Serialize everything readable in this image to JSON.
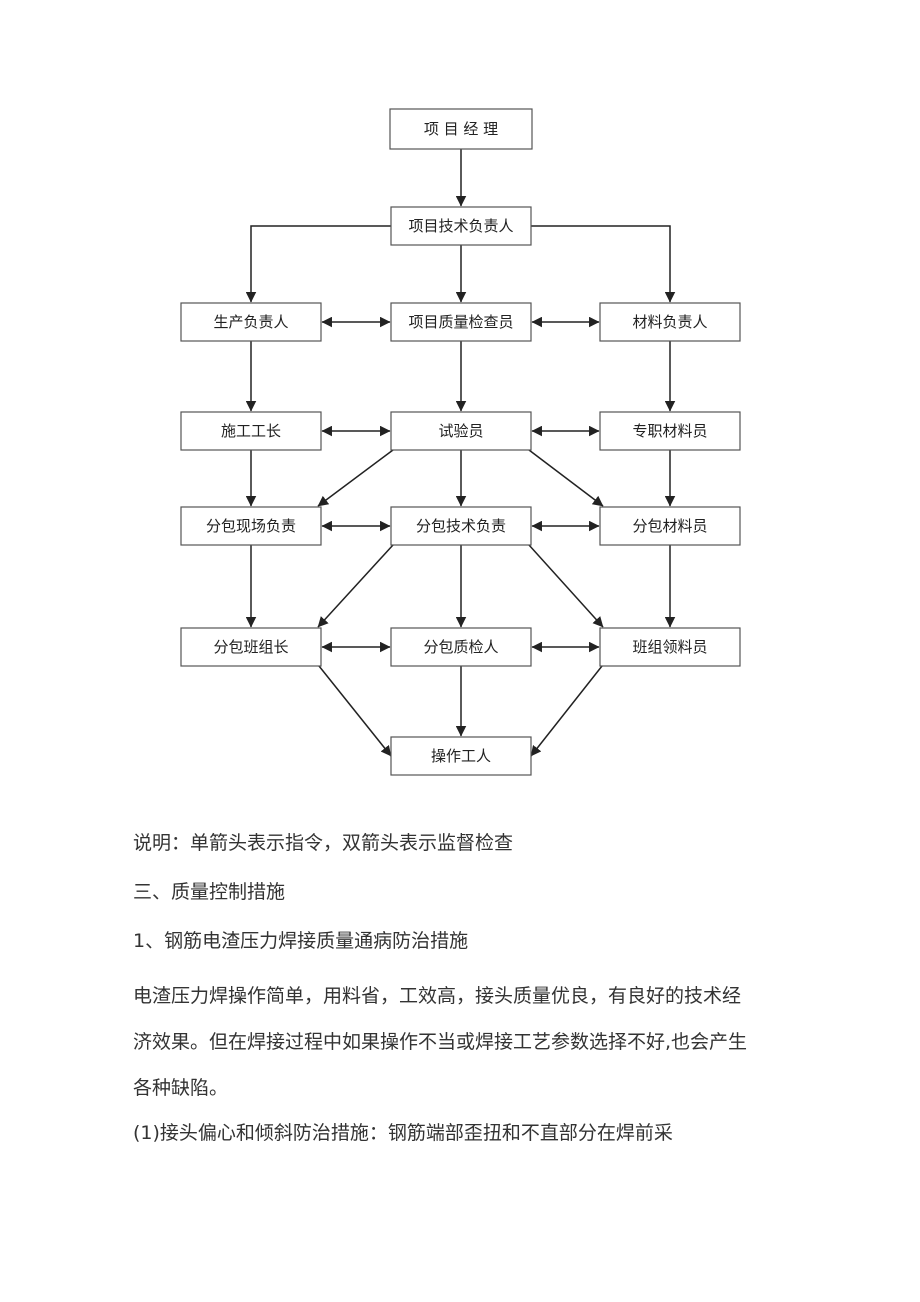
{
  "diagram": {
    "nodes": [
      {
        "id": "pm",
        "label": "项 目 经 理"
      },
      {
        "id": "tech",
        "label": "项目技术负责人"
      },
      {
        "id": "prod",
        "label": "生产负责人"
      },
      {
        "id": "qi",
        "label": "项目质量检查员"
      },
      {
        "id": "mat",
        "label": "材料负责人"
      },
      {
        "id": "foreman",
        "label": "施工工长"
      },
      {
        "id": "tester",
        "label": "试验员"
      },
      {
        "id": "matclerk",
        "label": "专职材料员"
      },
      {
        "id": "subsite",
        "label": "分包现场负责"
      },
      {
        "id": "subtech",
        "label": "分包技术负责"
      },
      {
        "id": "submat",
        "label": "分包材料员"
      },
      {
        "id": "subteam",
        "label": "分包班组长"
      },
      {
        "id": "subqi",
        "label": "分包质检人"
      },
      {
        "id": "teammat",
        "label": "班组领料员"
      },
      {
        "id": "worker",
        "label": "操作工人"
      }
    ],
    "edges": [
      {
        "from": "pm",
        "to": "tech",
        "type": "single"
      },
      {
        "from": "tech",
        "to": "prod",
        "type": "single"
      },
      {
        "from": "tech",
        "to": "qi",
        "type": "single"
      },
      {
        "from": "tech",
        "to": "mat",
        "type": "single"
      },
      {
        "from": "prod",
        "to": "qi",
        "type": "double"
      },
      {
        "from": "qi",
        "to": "mat",
        "type": "double"
      },
      {
        "from": "prod",
        "to": "foreman",
        "type": "single"
      },
      {
        "from": "qi",
        "to": "tester",
        "type": "single"
      },
      {
        "from": "mat",
        "to": "matclerk",
        "type": "single"
      },
      {
        "from": "foreman",
        "to": "tester",
        "type": "double"
      },
      {
        "from": "tester",
        "to": "matclerk",
        "type": "double"
      },
      {
        "from": "tester",
        "to": "subsite",
        "type": "single"
      },
      {
        "from": "tester",
        "to": "subtech",
        "type": "single"
      },
      {
        "from": "tester",
        "to": "submat",
        "type": "single"
      },
      {
        "from": "foreman",
        "to": "subsite",
        "type": "single"
      },
      {
        "from": "matclerk",
        "to": "submat",
        "type": "single"
      },
      {
        "from": "subsite",
        "to": "subtech",
        "type": "double"
      },
      {
        "from": "subtech",
        "to": "submat",
        "type": "double"
      },
      {
        "from": "subsite",
        "to": "subteam",
        "type": "single"
      },
      {
        "from": "subtech",
        "to": "subteam",
        "type": "single"
      },
      {
        "from": "subtech",
        "to": "subqi",
        "type": "single"
      },
      {
        "from": "subtech",
        "to": "teammat",
        "type": "single"
      },
      {
        "from": "submat",
        "to": "teammat",
        "type": "single"
      },
      {
        "from": "subteam",
        "to": "subqi",
        "type": "double"
      },
      {
        "from": "subqi",
        "to": "teammat",
        "type": "double"
      },
      {
        "from": "subteam",
        "to": "worker",
        "type": "single"
      },
      {
        "from": "subqi",
        "to": "worker",
        "type": "single"
      },
      {
        "from": "teammat",
        "to": "worker",
        "type": "single"
      }
    ]
  },
  "text": {
    "note": "说明：单箭头表示指令，双箭头表示监督检查",
    "section_heading": "三、质量控制措施",
    "subheading": "1、钢筋电渣压力焊接质量通病防治措施",
    "paragraph_lines": [
      "电渣压力焊操作简单，用料省，工效高，接头质量优良，有良好的技术经",
      "济效果。但在焊接过程中如果操作不当或焊接工艺参数选择不好,也会产生",
      "各种缺陷。"
    ],
    "item_1": "(1)接头偏心和倾斜防治措施：钢筋端部歪扭和不直部分在焊前采"
  }
}
